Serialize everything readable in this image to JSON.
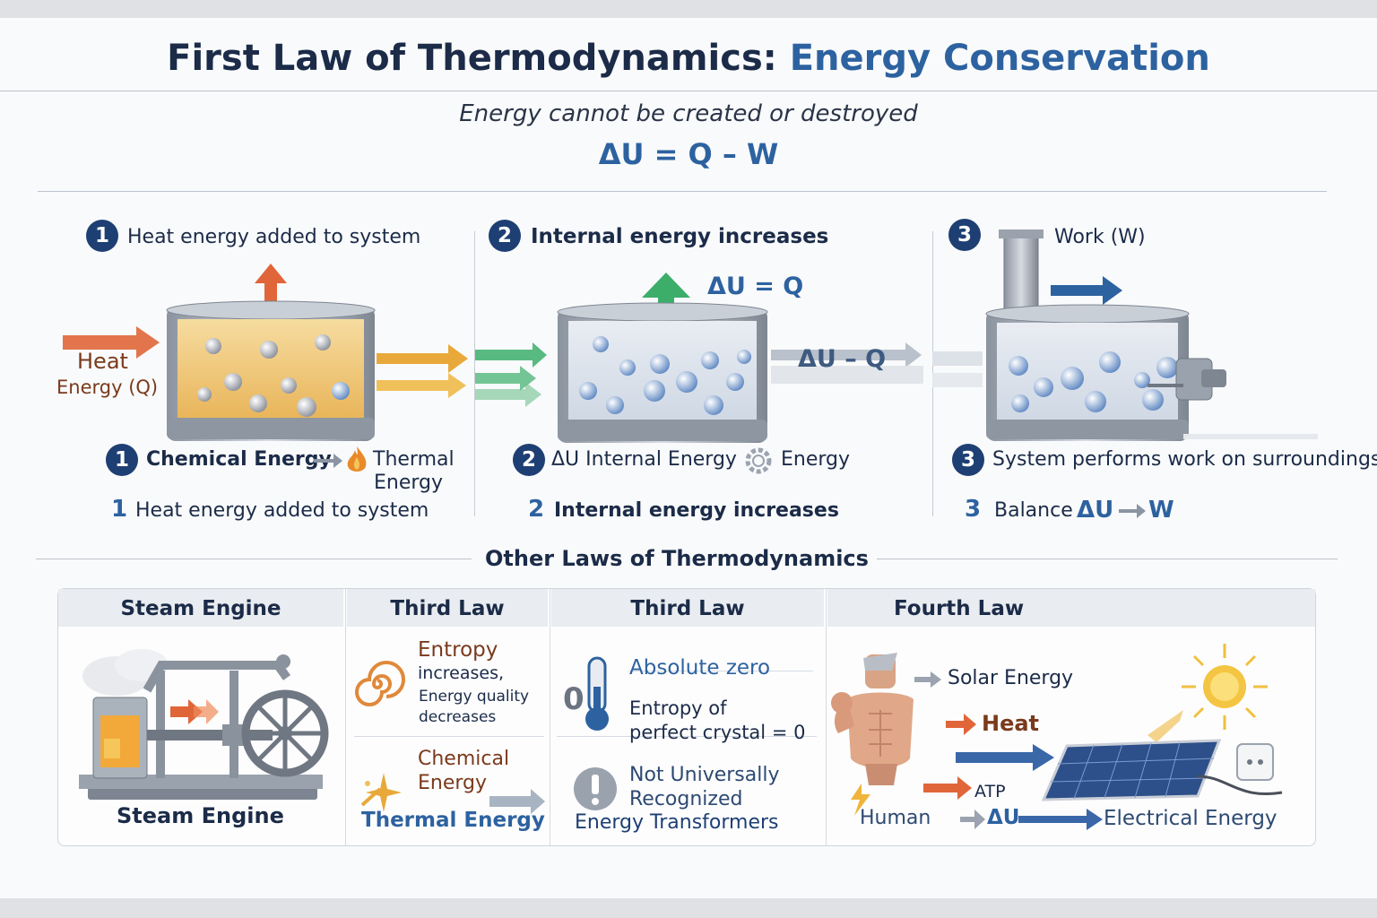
{
  "header": {
    "title_main": "First Law of Thermodynamics:",
    "title_accent": "Energy Conservation",
    "subtitle": "Energy cannot be created or destroyed",
    "formula": "ΔU = Q – W"
  },
  "steps": [
    {
      "number": "1",
      "heading": "Heat energy added to system",
      "input_label_line1": "Heat",
      "input_label_line2": "Energy (Q)",
      "caption_number": "1",
      "caption_from": "Chemical Energy",
      "caption_to_line1": "Thermal",
      "caption_to_line2": "Energy",
      "footer_number": "1",
      "footer_text": "Heat energy added to system"
    },
    {
      "number": "2",
      "heading": "Internal energy increases",
      "tag": "ΔU = Q",
      "arrow_label": "ΔU – Q",
      "caption_number": "2",
      "caption_from": "ΔU Internal Energy",
      "caption_to": "Energy",
      "footer_number": "2",
      "footer_text": "Internal energy increases"
    },
    {
      "number": "3",
      "heading": "Work (W)",
      "caption_number": "3",
      "caption_text": "System performs work on surroundings",
      "footer_number": "3",
      "footer_prefix": "Balance",
      "footer_from": "ΔU",
      "footer_to": "W"
    }
  ],
  "other_laws": {
    "section_title": "Other Laws of Thermodynamics",
    "columns": [
      {
        "header": "Steam Engine",
        "caption": "Steam Engine"
      },
      {
        "header": "Third Law",
        "item1_title": "Entropy",
        "item1_line2": "increases,",
        "item1_line3": "Energy quality",
        "item1_line4": "decreases",
        "item2_line1": "Chemical",
        "item2_line2": "Energy",
        "caption": "Thermal Energy"
      },
      {
        "header": "Third Law",
        "item1_title": "Absolute zero",
        "thermo_digit": "0",
        "item1_line2": "Entropy of",
        "item1_line3": "perfect crystal = 0",
        "item2_line1": "Not Universally",
        "item2_line2": "Recognized",
        "caption": "Energy Transformers"
      },
      {
        "header": "Fourth Law",
        "label_solar": "Solar Energy",
        "label_heat": "Heat",
        "label_atp": "ATP",
        "caption_human": "Human",
        "caption_du": "ΔU",
        "caption_electrical": "Electrical Energy"
      }
    ]
  },
  "colors": {
    "navy": "#1e3f73",
    "accent_blue": "#2d62a0",
    "heat_orange": "#e0663a",
    "green": "#3cae6a",
    "gold": "#e8a93a"
  },
  "icons": [
    "flame-icon",
    "gear-icon",
    "thermometer-icon",
    "exclamation-icon",
    "spiral-icon",
    "sparkle-icon",
    "sun-icon",
    "solar-panel-icon",
    "outlet-icon",
    "steam-engine-icon",
    "human-icon"
  ]
}
